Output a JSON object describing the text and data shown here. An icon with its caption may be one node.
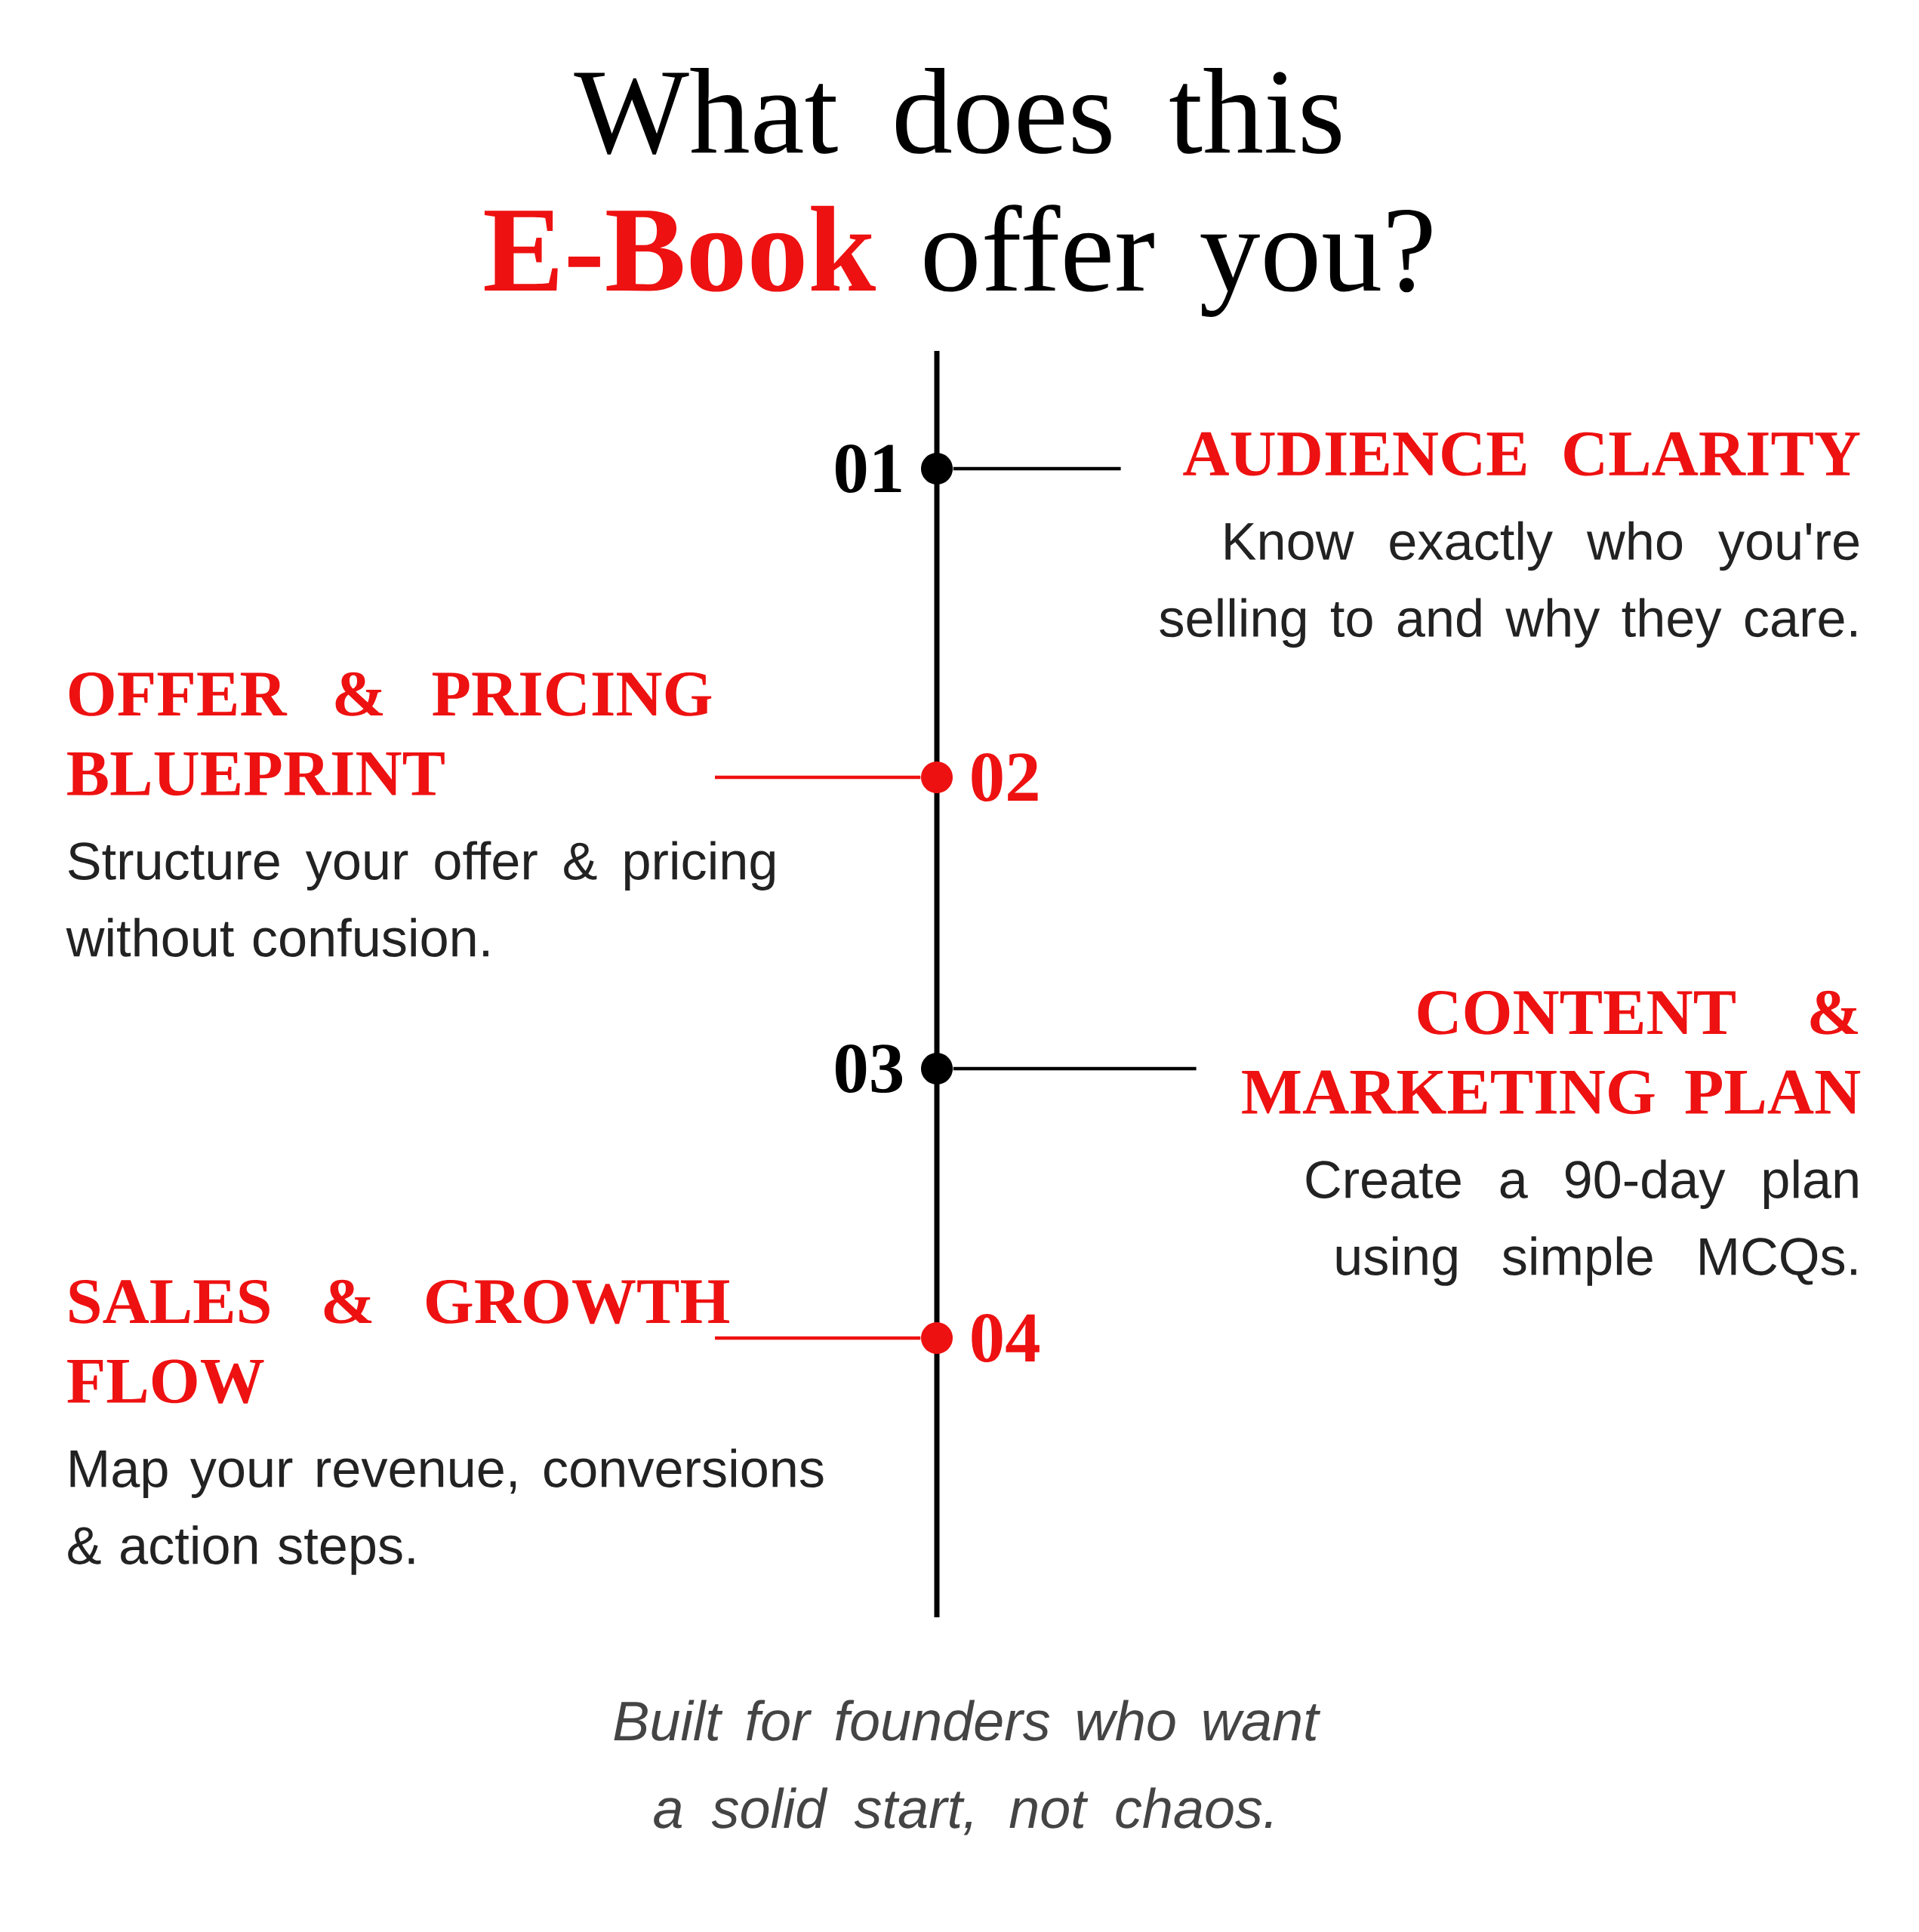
{
  "diagram": {
    "title": "What does this **E-Book** offer you?",
    "caption": "Built for founders who want a solid start, not chaos.",
    "nodes": [
      {
        "text": [],
        "shape": "circle",
        "beside": [
          "01"
        ]
      },
      {
        "text": [],
        "shape": "circle",
        "beside": [
          "02"
        ]
      },
      {
        "text": [],
        "shape": "circle",
        "beside": [
          "03"
        ]
      },
      {
        "text": [],
        "shape": "circle",
        "beside": [
          "04"
        ]
      },
      {
        "text": [
          "AUDIENCE CLARITY",
          "Know exactly who you're selling to and why they care."
        ]
      },
      {
        "text": [
          "OFFER & PRICING BLUEPRINT",
          "Structure your offer & pricing without confusion."
        ]
      },
      {
        "text": [
          "CONTENT & MARKETING PLAN",
          "Create a 90-day plan using simple MCQs."
        ]
      },
      {
        "text": [
          "SALES & GROWTH FLOW",
          "Map your revenue, conversions & action steps."
        ]
      }
    ],
    "edges": [
      {
        "from": 0,
        "to": 4,
        "arrow": "none"
      },
      {
        "from": 1,
        "to": 5,
        "arrow": "none",
        "color": "#ee1111"
      },
      {
        "from": 2,
        "to": 6,
        "arrow": "none"
      },
      {
        "from": 3,
        "to": 7,
        "arrow": "none",
        "color": "#ee1111"
      }
    ]
  }
}
